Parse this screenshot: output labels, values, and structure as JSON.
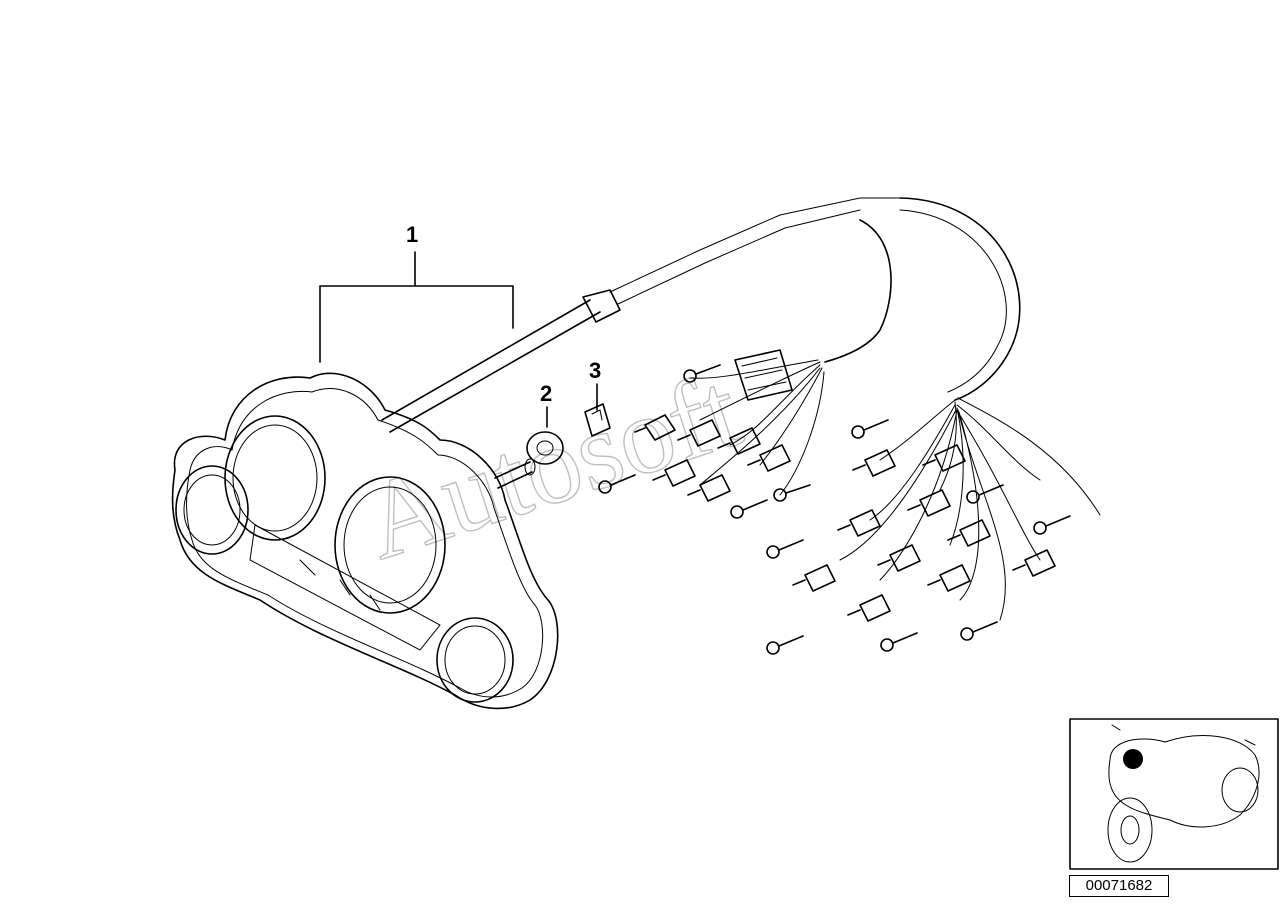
{
  "callouts": [
    {
      "id": "1",
      "label": "1"
    },
    {
      "id": "2",
      "label": "2"
    },
    {
      "id": "3",
      "label": "3"
    }
  ],
  "watermark": "Autosoft",
  "part_number": "00071682",
  "colors": {
    "line": "#000000",
    "background": "#ffffff",
    "watermark": "#bfbfbf"
  }
}
